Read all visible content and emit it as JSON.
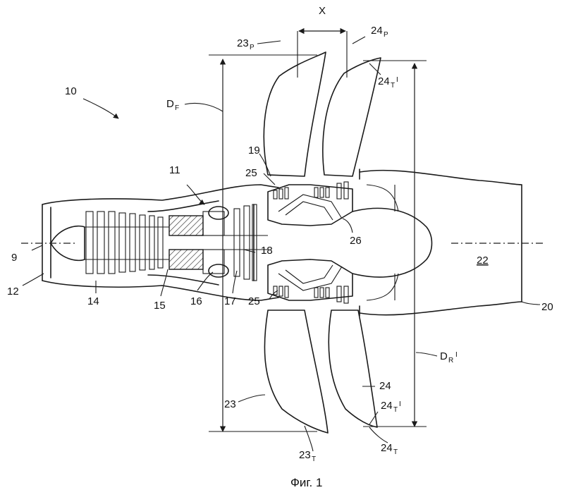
{
  "figure": {
    "caption": "Фиг. 1",
    "labels": {
      "l9": "9",
      "l10": "10",
      "l11": "11",
      "l12": "12",
      "l14": "14",
      "l15": "15",
      "l16": "16",
      "l17": "17",
      "l18": "18",
      "l19": "19",
      "l20": "20",
      "l22": "22",
      "l23": "23",
      "l24": "24",
      "l25a": "25",
      "l25b": "25",
      "l26": "26",
      "x": "X",
      "d": "D",
      "f": "F",
      "r": "R",
      "prime": "I",
      "p": "P",
      "t": "T"
    }
  },
  "colors": {
    "ink": "#1a1a1a",
    "background": "#ffffff"
  }
}
